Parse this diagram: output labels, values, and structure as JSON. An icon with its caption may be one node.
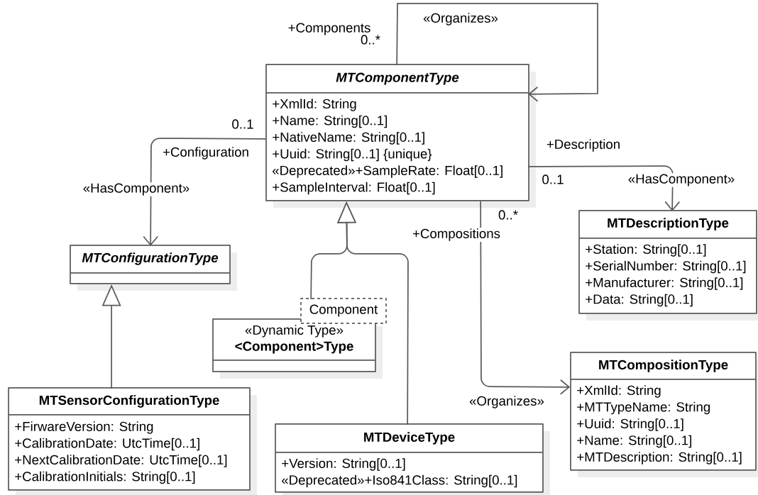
{
  "diagram": {
    "nodes": [
      {
        "text": [
          "MTComponentType",
          "+XmlId: String",
          "+Name: String[0..1]",
          "+NativeName: String[0..1]",
          "+Uuid: String[0..1] {unique}",
          "«Deprecated»+SampleRate: Float[0..1]",
          "+SampleInterval: Float[0..1]"
        ]
      },
      {
        "text": [
          "MTConfigurationType"
        ]
      },
      {
        "text": [
          "«Dynamic Type»",
          "<Component>Type"
        ]
      },
      {
        "text": [
          "Component"
        ]
      },
      {
        "text": [
          "MTSensorConfigurationType",
          "+FirwareVersion: String",
          "+CalibrationDate: UtcTime[0..1]",
          "+NextCalibrationDate: UtcTime[0..1]",
          "+CalibrationInitials: String[0..1]"
        ]
      },
      {
        "text": [
          "MTDeviceType",
          "+Version: String[0..1]",
          "«Deprecated»+Iso841Class: String[0..1]"
        ]
      },
      {
        "text": [
          "MTDescriptionType",
          "+Station: String[0..1]",
          "+SerialNumber: String[0..1]",
          "+Manufacturer: String[0..1]",
          "+Data: String[0..1]"
        ]
      },
      {
        "text": [
          "MTCompositionType",
          "+XmlId: String",
          "+MTTypeName: String",
          "+Uuid: String[0..1]",
          "+Name: String[0..1]",
          "+MTDescription: String[0..1]"
        ]
      }
    ],
    "edges": [
      {
        "from": 0,
        "to": 0,
        "arrow": "to",
        "label": "«Organizes»"
      },
      {
        "from": 0,
        "to": 1,
        "arrow": "to",
        "label": "«HasComponent»"
      },
      {
        "from": 0,
        "to": 6,
        "arrow": "to",
        "label": "«HasComponent»"
      },
      {
        "from": 0,
        "to": 7,
        "arrow": "to",
        "label": "«Organizes»"
      },
      {
        "from": 4,
        "to": 1,
        "arrow": "to"
      },
      {
        "from": 3,
        "to": 0,
        "arrow": "to"
      },
      {
        "from": 5,
        "to": 0,
        "arrow": "to"
      }
    ],
    "labels": [
      "+Components",
      "0..*",
      "0..1",
      "+Description",
      "+Configuration",
      "0..1",
      "0..*",
      "+Compositions"
    ]
  }
}
